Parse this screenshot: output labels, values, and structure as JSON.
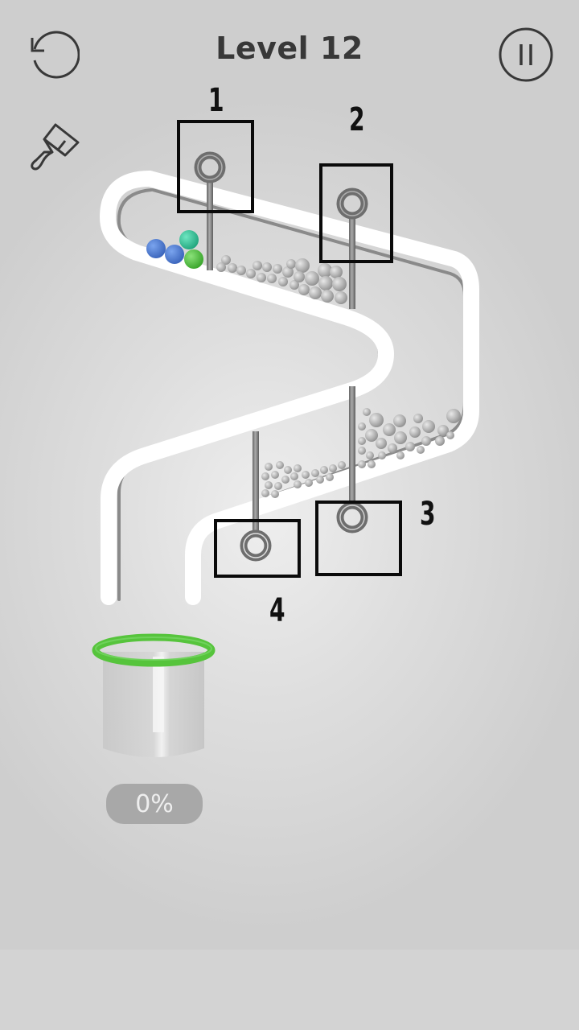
{
  "header": {
    "title": "Level 12",
    "restart_icon": "restart-icon",
    "pause_icon": "pause-icon",
    "brush_icon": "paintbrush-icon"
  },
  "pins": [
    {
      "id": 1,
      "label": "1"
    },
    {
      "id": 2,
      "label": "2"
    },
    {
      "id": 3,
      "label": "3"
    },
    {
      "id": 4,
      "label": "4"
    }
  ],
  "balls": {
    "colored": [
      {
        "color": "#4a7fd6"
      },
      {
        "color": "#4a7fd6"
      },
      {
        "color": "#2fc49a"
      },
      {
        "color": "#4fc23f"
      }
    ],
    "gray_color": "#b8b8b8"
  },
  "cup": {
    "rim_color": "#56c43c",
    "progress": "0%"
  },
  "colors": {
    "background": "#cecece",
    "track": "#ffffff",
    "track_shadow": "#8a8a8a",
    "pin": "#7a7a7a",
    "box": "#0a0a0a"
  }
}
